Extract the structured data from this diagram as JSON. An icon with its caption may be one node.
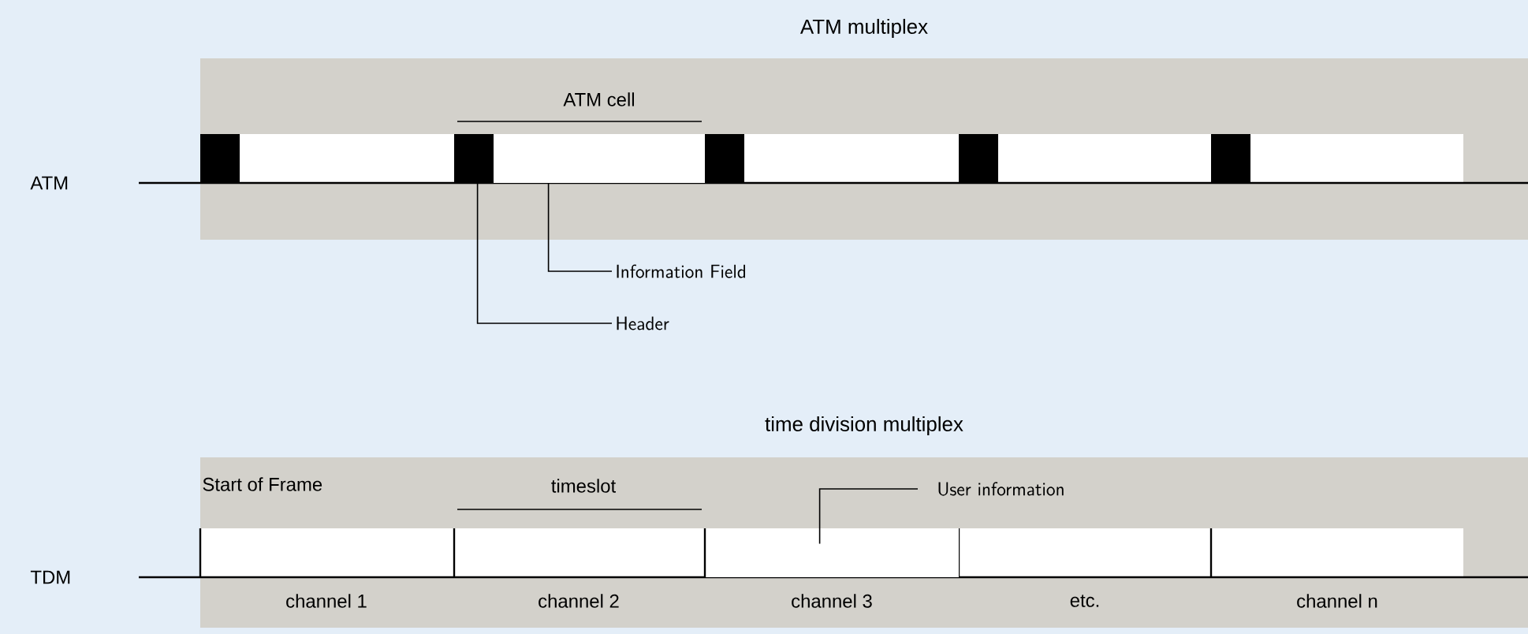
{
  "diagram": {
    "nodes": [
      {
        "text": [
          "ATM multiplex"
        ]
      },
      {
        "text": [
          "time division multiplex"
        ]
      },
      {
        "text": [],
        "shape": "box",
        "in": 0
      },
      {
        "text": [],
        "shape": "box",
        "in": 0
      },
      {
        "text": [],
        "shape": "box",
        "in": 0
      },
      {
        "text": [],
        "shape": "box",
        "in": 0
      },
      {
        "text": [],
        "shape": "box",
        "in": 0
      },
      {
        "text": [],
        "shape": "box",
        "in": 0
      },
      {
        "text": [
          "Information Field"
        ]
      },
      {
        "text": [
          "Header"
        ]
      },
      {
        "text": [
          "User information"
        ],
        "in": 1
      },
      {
        "text": [],
        "shape": "box",
        "in": 1,
        "beside": [
          "channel 3"
        ]
      }
    ],
    "edges": [
      {
        "from": 8,
        "to": 4,
        "arrow": "none"
      },
      {
        "from": 9,
        "to": 3,
        "arrow": "none"
      },
      {
        "from": 10,
        "to": 11,
        "arrow": "none"
      }
    ],
    "labels": [
      "ATM cell",
      "ATM",
      "Start of Frame",
      "timeslot",
      "TDM",
      "channel 1",
      "channel 2",
      "etc.",
      "channel n"
    ]
  }
}
